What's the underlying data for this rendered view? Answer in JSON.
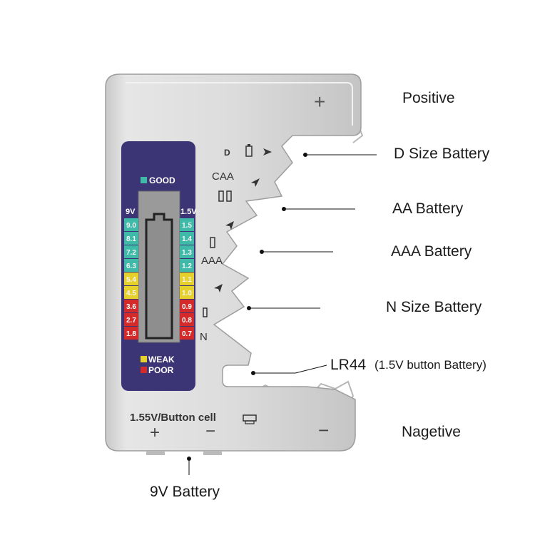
{
  "device": {
    "display": {
      "good_label": "GOOD",
      "weak_label": "WEAK",
      "poor_label": "POOR",
      "col_9v_header": "9V",
      "col_15v_header": "1.5V",
      "scale_9v": [
        "9.0",
        "8.1",
        "7.2",
        "6.3",
        "5.4",
        "4.5",
        "3.6",
        "2.7",
        "1.8"
      ],
      "scale_15v": [
        "1.5",
        "1.4",
        "1.3",
        "1.2",
        "1.1",
        "1.0",
        "0.9",
        "0.8",
        "0.7"
      ],
      "band_colors": [
        "#3fb9a8",
        "#3fb9a8",
        "#3fb9a8",
        "#3fb9a8",
        "#e5d02c",
        "#e5d02c",
        "#d42a2a",
        "#d42a2a",
        "#d42a2a"
      ],
      "good_color": "#3fb9a8",
      "weak_color": "#e5d02c",
      "poor_color": "#d42a2a"
    },
    "slot_labels": {
      "d": "D",
      "caa": "CAA",
      "aaa": "AAA",
      "n": "N"
    },
    "bottom_label": "1.55V/Button cell",
    "plus_symbol": "+",
    "minus_symbol": "−"
  },
  "callouts": {
    "positive": "Positive",
    "d_size": "D Size Battery",
    "aa": "AA Battery",
    "aaa": "AAA Battery",
    "n_size": "N Size Battery",
    "lr44": "LR44",
    "lr44_detail": "(1.5V button Battery)",
    "negative": "Nagetive",
    "nine_v": "9V Battery"
  }
}
